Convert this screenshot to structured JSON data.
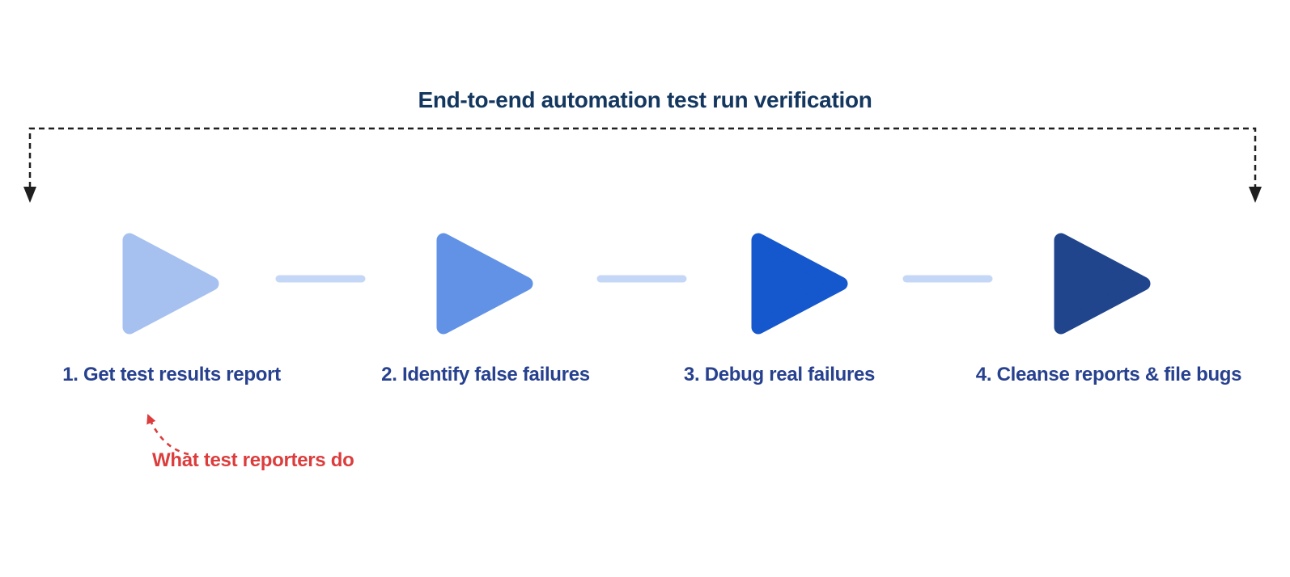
{
  "title": {
    "text": "End-to-end automation test run verification",
    "color": "#14375f"
  },
  "bracket": {
    "color": "#1f1f1f"
  },
  "flow": {
    "connector_color": "#c5d7f6",
    "label_color": "#27418f",
    "steps": [
      {
        "label": "1. Get test results report",
        "color": "#a6c1f0"
      },
      {
        "label": "2. Identify false failures",
        "color": "#6292e6"
      },
      {
        "label": "3. Debug real failures",
        "color": "#1557cd"
      },
      {
        "label": "4. Cleanse reports & file bugs",
        "color": "#20458c"
      }
    ]
  },
  "annotation": {
    "text": "What test reporters do",
    "color": "#dc3c3c"
  }
}
